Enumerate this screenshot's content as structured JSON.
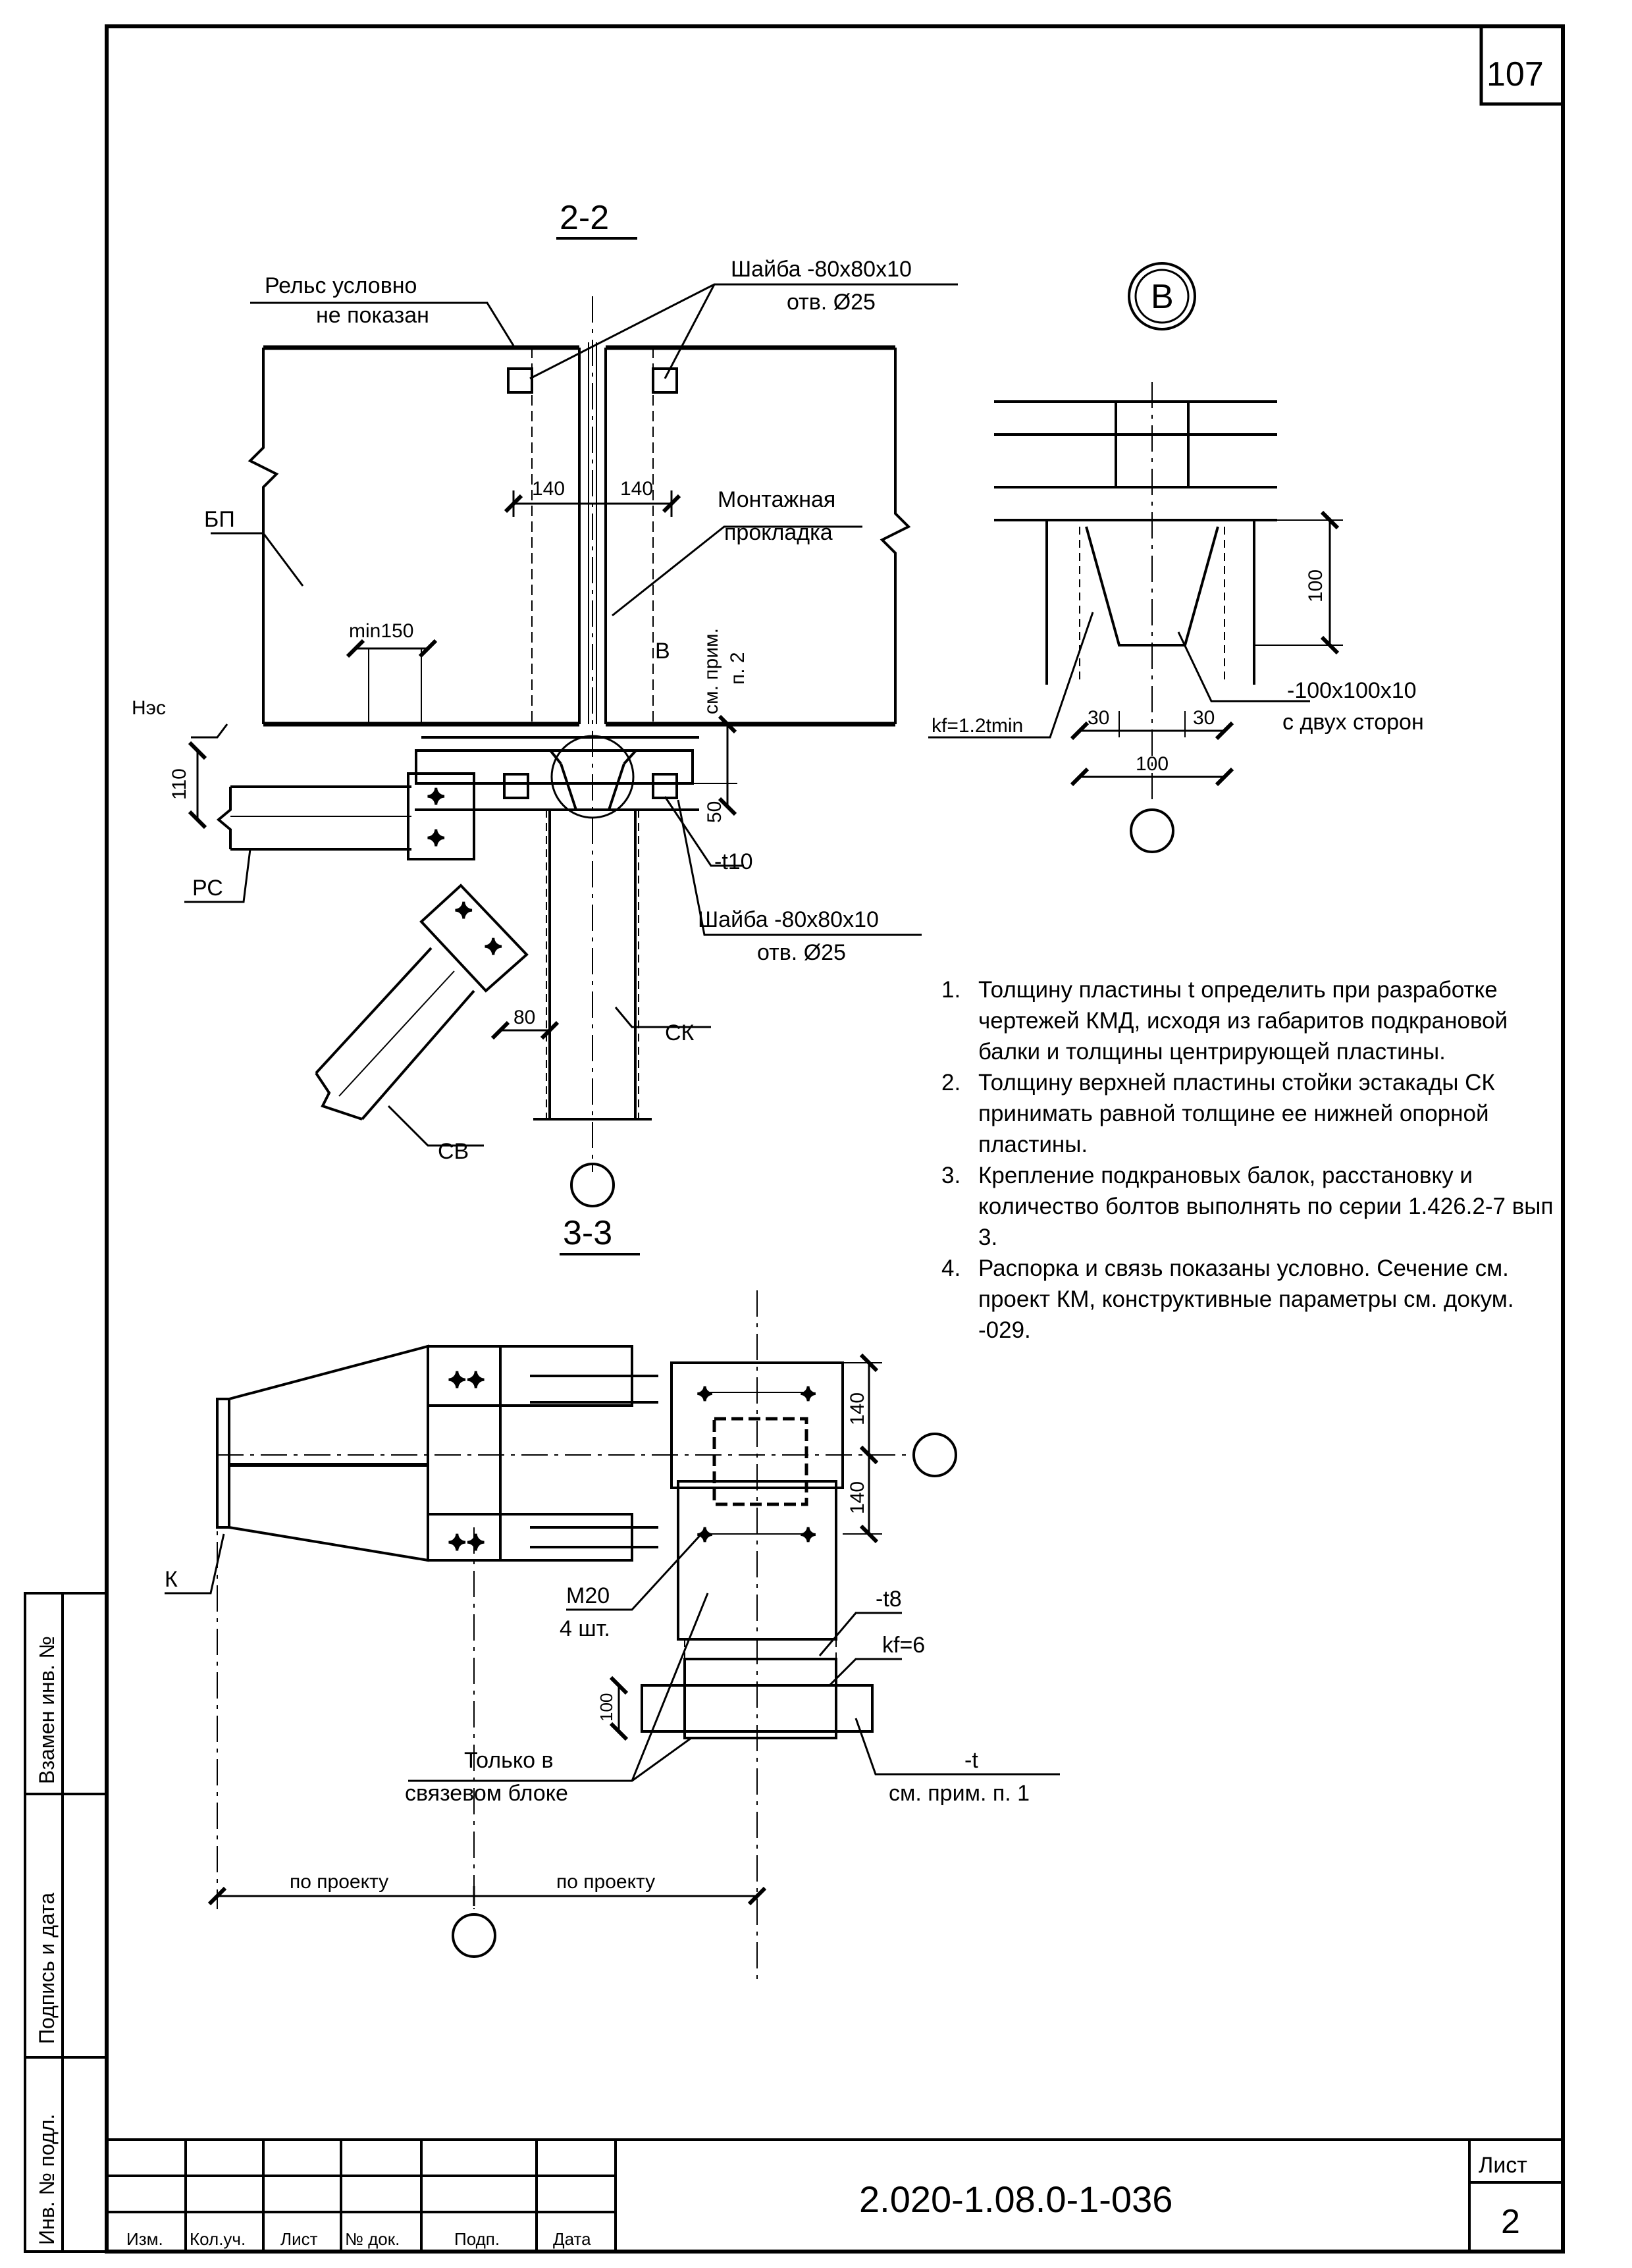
{
  "sheet": {
    "page_number": "107",
    "document_code": "2.020-1.08.0-1-036",
    "sheet_label": "Лист",
    "sheet_number": "2"
  },
  "section_2_2": {
    "title": "2-2",
    "rail_note_line1": "Рельс условно",
    "rail_note_line2": "не показан",
    "washer_top_line1": "Шайба -80x80x10",
    "washer_top_line2": "отв. Ø25",
    "washer_bottom_line1": "Шайба -80x80x10",
    "washer_bottom_line2": "отв. Ø25",
    "dim_140_left": "140",
    "dim_140_right": "140",
    "mounting_pad_line1": "Монтажная",
    "mounting_pad_line2": "прокладка",
    "label_bp": "БП",
    "dim_min150": "min150",
    "label_nes": "Нэс",
    "dim_110": "110",
    "label_rs": "РС",
    "label_b": "В",
    "see_note_line1": "см. прим.",
    "see_note_line2": "п. 2",
    "dim_50": "50",
    "label_t10": "-t10",
    "dim_80": "80",
    "label_sk": "СК",
    "label_sv": "СВ"
  },
  "detail_b": {
    "marker": "B",
    "dim_100_vertical": "100",
    "plate_line1": "-100x100x10",
    "plate_line2": "с двух сторон",
    "kf_label": "kf=1.2tmin",
    "dim_30_left": "30",
    "dim_30_right": "30",
    "dim_100_bottom": "100"
  },
  "notes": [
    {
      "num": "1.",
      "text": "Толщину пластины t определить при разработке чертежей КМД, исходя из габаритов подкрановой балки и толщины центрирующей пластины."
    },
    {
      "num": "2.",
      "text": "Толщину верхней пластины стойки эстакады СК принимать равной толщине ее нижней опорной  пластины."
    },
    {
      "num": "3.",
      "text": "Крепление подкрановых балок, расстановку и количество болтов выполнять по серии 1.426.2-7 вып 3."
    },
    {
      "num": "4.",
      "text": "Распорка и связь показаны условно. Сечение см. проект КМ, конструктивные параметры  см. докум. -029."
    }
  ],
  "section_3_3": {
    "title": "3-3",
    "dim_140_top": "140",
    "dim_140_bottom": "140",
    "label_k": "К",
    "bolts_line1": "М20",
    "bolts_line2": "4 шт.",
    "label_t8": "-t8",
    "label_kf6": "kf=6",
    "dim_100": "100",
    "only_in_line1": "Только в",
    "only_in_line2": "связевом блоке",
    "plate_t_label": "-t",
    "plate_t_note": "см. прим. п. 1",
    "dim_left": "по проекту",
    "dim_right": "по проекту"
  },
  "side_stamp": {
    "replace_inv": "Взамен инв. №",
    "sign_date": "Подпись и дата",
    "inv_original": "Инв. № подл."
  },
  "title_block": {
    "headers": [
      "Изм.",
      "Кол.уч.",
      "Лист",
      "№ док.",
      "Подп.",
      "Дата"
    ]
  }
}
